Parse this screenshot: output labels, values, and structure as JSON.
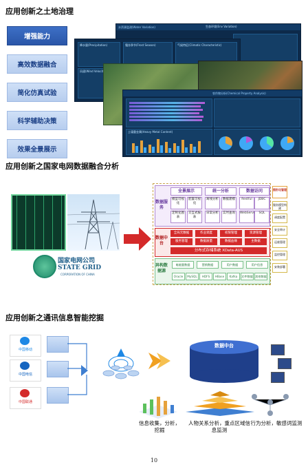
{
  "sections": {
    "land": {
      "title": "应用创新之土地治理",
      "buttons": [
        "增强能力",
        "高效数据融合",
        "简化仿真试验",
        "科学辅助决策",
        "效果全景展示"
      ],
      "dashboards": {
        "back_title": "水资源监测(Water Variation)",
        "back_title2": "生态环境(Env Variation)",
        "precip": "降水量(Precipitation)",
        "frost": "霜冻季节(Frost Season)",
        "climate": "气候特征(Climatic Characteristic)",
        "wind": "风速(Wind Velocity)",
        "analysis": "农作物分析(Chemical Property Analysis)",
        "heavy_metal": "土壤重金属(Heavy Metal Content)"
      }
    },
    "grid": {
      "title": "应用创新之国家电网数据融合分析",
      "company_cn": "国家电网公司",
      "company_en": "STATE GRID",
      "company_en_sub": "CORPORATION OF CHINA",
      "layers": {
        "service": {
          "name": "数据服务",
          "groups": [
            {
              "head": "全景展示",
              "items": [
                "模型可视化",
                "配置可视化",
                "定制化图表",
                "交互式报表"
              ]
            },
            {
              "head": "统一分析",
              "items": [
                "离线分析",
                "数据建模",
                "日常分析",
                "实时查询"
              ]
            },
            {
              "head": "数据访问",
              "items": [
                "Restful",
                "JDBC",
                "WebService",
                "SQL"
              ]
            }
          ]
        },
        "middle": {
          "name": "数据中台",
          "cells": [
            "全局元数据",
            "作业调度",
            "权限管理",
            "资源管理",
            "服务管理",
            "数据质量",
            "数据血缘",
            "主数据"
          ],
          "core": "分布式存储系统 XData-AUS"
        },
        "sources": {
          "name": "异构数据源",
          "top": [
            "电能量数据",
            "营销数据",
            "用户数据",
            "用户信息"
          ],
          "bottom": [
            "Oracle",
            "MySQL",
            "HDFS",
            "HBase",
            "Kafka",
            "文件数据",
            "其他数据"
          ]
        }
      },
      "side": {
        "head": "图形化管理",
        "items": [
          "服务模型构建",
          "调度配置",
          "安全审计",
          "运维管理",
          "监控管理",
          "安装部署"
        ]
      }
    },
    "telecom": {
      "title": "应用创新之通讯信息智能挖掘",
      "carriers": [
        "中国移动",
        "中国电信",
        "中国联通"
      ],
      "center": "数据中台",
      "captions": [
        "信息收集，分析，挖掘",
        "人物关系分析，重点区域信息监测",
        "行为分析，敏感词监测"
      ]
    }
  },
  "page_number": "10",
  "colors": {
    "accent": "#2a56a8",
    "red": "#d42a2a",
    "green": "#2e7d43",
    "gold": "#e6a23c"
  }
}
